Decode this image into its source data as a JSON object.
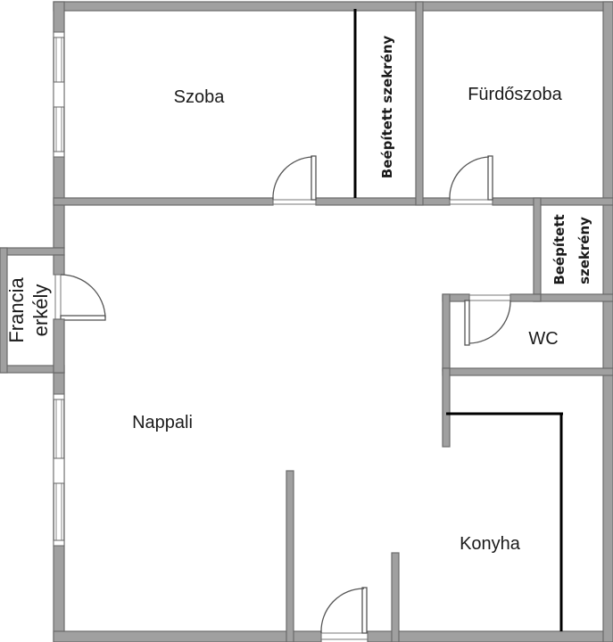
{
  "plan": {
    "rooms": {
      "szoba": "Szoba",
      "furdoszoba": "Fürdőszoba",
      "closet_top": "Beépített szekrény",
      "closet_right_line1": "Beépített",
      "closet_right_line2": "szekrény",
      "wc": "WC",
      "francia_line1": "Francia",
      "francia_line2": "erkély",
      "nappali": "Nappali",
      "konyha": "Konyha"
    }
  }
}
